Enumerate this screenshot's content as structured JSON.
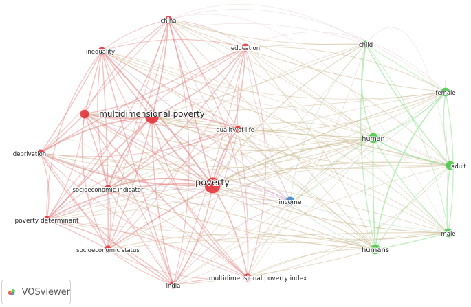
{
  "app": {
    "name": "VOSviewer",
    "logo_icon": "vosviewer-logo-icon"
  },
  "clusters": [
    {
      "id": 1,
      "color": "#e2343b",
      "link_color": "#e58a8a"
    },
    {
      "id": 2,
      "color": "#4cc94c",
      "link_color": "#8ee08e"
    },
    {
      "id": 3,
      "color": "#3f84c6",
      "link_color": "#8fb6dd"
    }
  ],
  "nodes": [
    {
      "label": "poverty",
      "cluster": 1,
      "weight": 10
    },
    {
      "label": "multidimensional poverty",
      "cluster": 1,
      "weight": 8
    },
    {
      "label": "china",
      "cluster": 1,
      "weight": 3
    },
    {
      "label": "inequality",
      "cluster": 1,
      "weight": 3
    },
    {
      "label": "education",
      "cluster": 1,
      "weight": 3
    },
    {
      "label": "",
      "cluster": 1,
      "weight": 4
    },
    {
      "label": "quality of life",
      "cluster": 1,
      "weight": 2
    },
    {
      "label": "deprivation",
      "cluster": 1,
      "weight": 3
    },
    {
      "label": "socioeconomic indicator",
      "cluster": 1,
      "weight": 3
    },
    {
      "label": "poverty determinant",
      "cluster": 1,
      "weight": 3
    },
    {
      "label": "socioeconomic status",
      "cluster": 1,
      "weight": 3
    },
    {
      "label": "india",
      "cluster": 1,
      "weight": 3
    },
    {
      "label": "multidimensional poverty index",
      "cluster": 1,
      "weight": 3
    },
    {
      "label": "child",
      "cluster": 2,
      "weight": 3
    },
    {
      "label": "female",
      "cluster": 2,
      "weight": 4
    },
    {
      "label": "human",
      "cluster": 2,
      "weight": 5
    },
    {
      "label": "adult",
      "cluster": 2,
      "weight": 4
    },
    {
      "label": "male",
      "cluster": 2,
      "weight": 4
    },
    {
      "label": "humans",
      "cluster": 2,
      "weight": 5
    },
    {
      "label": "income",
      "cluster": 3,
      "weight": 4
    }
  ]
}
